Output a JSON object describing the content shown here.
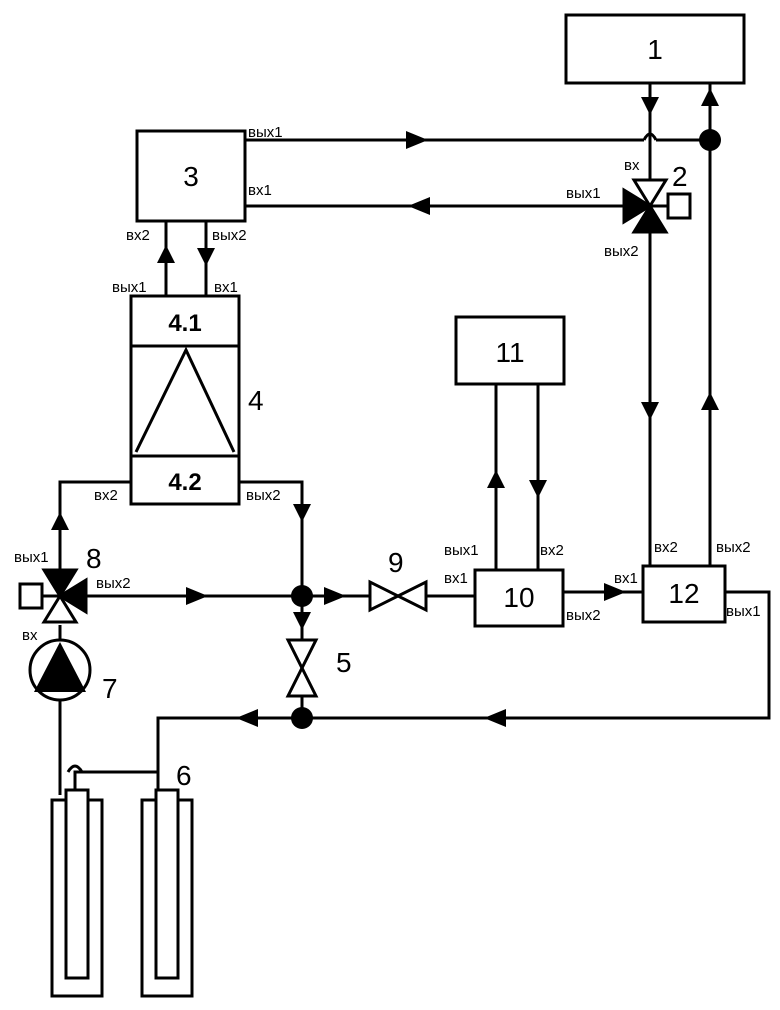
{
  "components": {
    "c1": "1",
    "c2": "2",
    "c3": "3",
    "c4": "4",
    "c41": "4.1",
    "c42": "4.2",
    "c5": "5",
    "c6": "6",
    "c7": "7",
    "c8": "8",
    "c9": "9",
    "c10": "10",
    "c11": "11",
    "c12": "12"
  },
  "ports": {
    "vyh1": "вых1",
    "vyh2": "вых2",
    "vh1": "вх1",
    "vh2": "вх2",
    "vh": "вх"
  }
}
